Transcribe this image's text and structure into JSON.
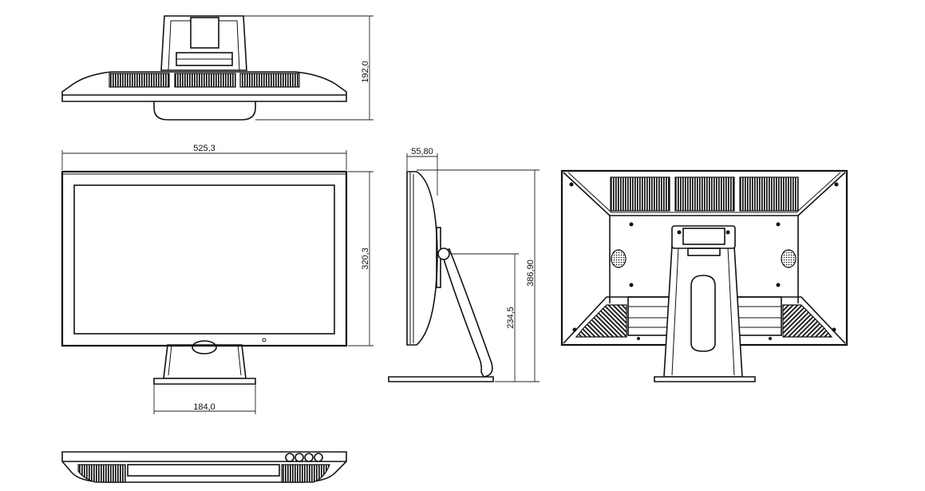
{
  "dimensions": {
    "top_depth": "192,0",
    "front_width": "525,3",
    "front_height": "320,3",
    "stand_base_width": "184,0",
    "side_depth": "55,80",
    "side_total_height": "386,90",
    "side_hinge_height": "234,5"
  },
  "palette": {
    "line": "#111111",
    "vent": "#111111",
    "background": "#ffffff"
  }
}
